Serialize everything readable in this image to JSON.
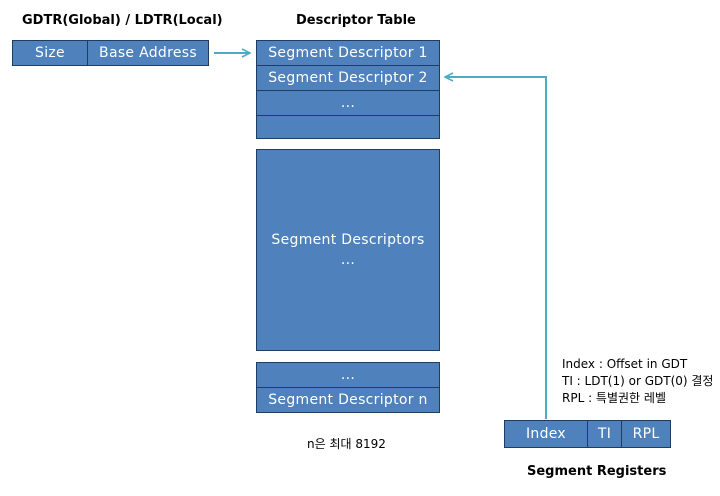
{
  "gdtr": {
    "title": "GDTR(Global) / LDTR(Local)",
    "fields": [
      "Size",
      "Base Address"
    ]
  },
  "descriptor_table": {
    "title": "Descriptor Table",
    "rows": [
      "Segment Descriptor 1",
      "Segment Descriptor 2",
      "...",
      ""
    ],
    "middle_block": [
      "Segment Descriptors",
      "..."
    ],
    "bottom_rows": [
      "...",
      "Segment Descriptor n"
    ],
    "note": "n은 최대 8192"
  },
  "segment_registers": {
    "title": "Segment Registers",
    "fields": [
      "Index",
      "TI",
      "RPL"
    ],
    "notes": [
      "Index : Offset in GDT",
      "TI : LDT(1) or GDT(0) 결정",
      "RPL : 특별권한 레벨"
    ]
  },
  "colors": {
    "box_fill": "#4f81bd",
    "box_border": "#1f3d63",
    "arrow": "#4bacc6"
  }
}
